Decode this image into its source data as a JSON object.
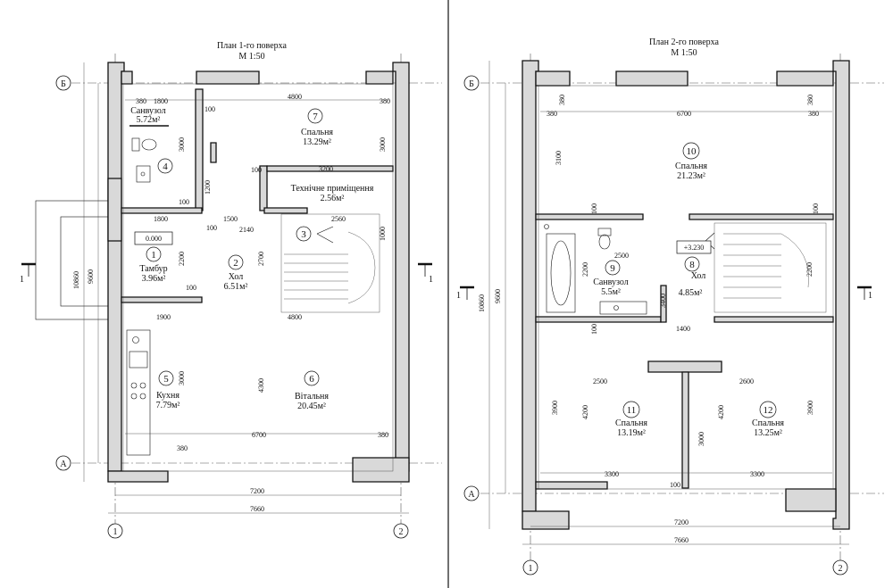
{
  "plan1": {
    "title": "План 1-го поверха",
    "scale": "М 1:50",
    "level": "0.000",
    "rooms": [
      {
        "num": "1",
        "name": "Тамбур",
        "area": "3.96м²"
      },
      {
        "num": "2",
        "name": "Хол",
        "area": "6.51м²"
      },
      {
        "num": "3",
        "name": "",
        "area": ""
      },
      {
        "num": "4",
        "name": "",
        "area": ""
      },
      {
        "num": "5",
        "name": "Кухня",
        "area": "7.79м²"
      },
      {
        "num": "6",
        "name": "Вітальня",
        "area": "20.45м²"
      },
      {
        "num": "7",
        "name": "Спальня",
        "area": "13.29м²"
      }
    ],
    "sanvuzol_name": "Санвузол",
    "sanvuzol_area": "5.72м²",
    "tech_name": "Технічне приміщення",
    "tech_area": "2.56м²",
    "dims": [
      "380",
      "1800",
      "4800",
      "380",
      "100",
      "3200",
      "1800",
      "1500",
      "2560",
      "2140",
      "1900",
      "4800",
      "6700",
      "380",
      "380",
      "100",
      "100",
      "100",
      "100",
      "7200",
      "7660"
    ],
    "vdims": [
      "3000",
      "3000",
      "1200",
      "2200",
      "2700",
      "3000",
      "4300",
      "1000",
      "10860",
      "9600"
    ]
  },
  "plan2": {
    "title": "План 2-го поверха",
    "scale": "М 1:50",
    "level": "+3.230",
    "rooms": [
      {
        "num": "8",
        "name": "Хол",
        "area": "4.85м²"
      },
      {
        "num": "9",
        "name": "Санвузол",
        "area": "5.5м²"
      },
      {
        "num": "10",
        "name": "Спальня",
        "area": "21.23м²"
      },
      {
        "num": "11",
        "name": "Спальня",
        "area": "13.19м²"
      },
      {
        "num": "12",
        "name": "Спальня",
        "area": "13.25м²"
      }
    ],
    "dims": [
      "380",
      "6700",
      "380",
      "380",
      "380",
      "2500",
      "1400",
      "2500",
      "2600",
      "3300",
      "3300",
      "100",
      "100",
      "100",
      "100",
      "7200",
      "7660"
    ],
    "vdims": [
      "3100",
      "2200",
      "3400",
      "2200",
      "3900",
      "4200",
      "3000",
      "4200",
      "3900",
      "10860",
      "9600"
    ]
  },
  "axes": {
    "b": "Б",
    "a": "А",
    "one": "1",
    "two": "2",
    "section_mark": "1",
    "section_mark2": "1"
  }
}
